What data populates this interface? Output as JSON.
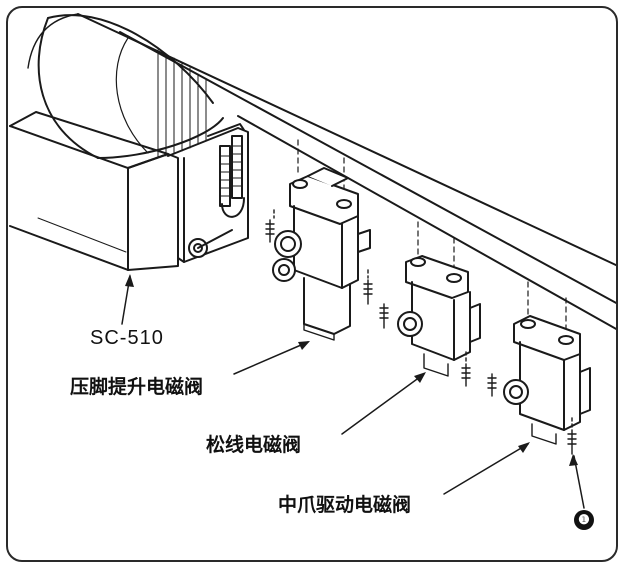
{
  "labels": {
    "controller": "SC-510",
    "presser_foot_lift_solenoid": "压脚提升电磁阀",
    "thread_release_solenoid": "松线电磁阀",
    "middle_claw_drive_solenoid": "中爪驱动电磁阀",
    "screw_marker": "❶"
  },
  "colors": {
    "line": "#1a1a1a",
    "dark_fill": "#2b2b2b",
    "paper": "#ffffff"
  }
}
